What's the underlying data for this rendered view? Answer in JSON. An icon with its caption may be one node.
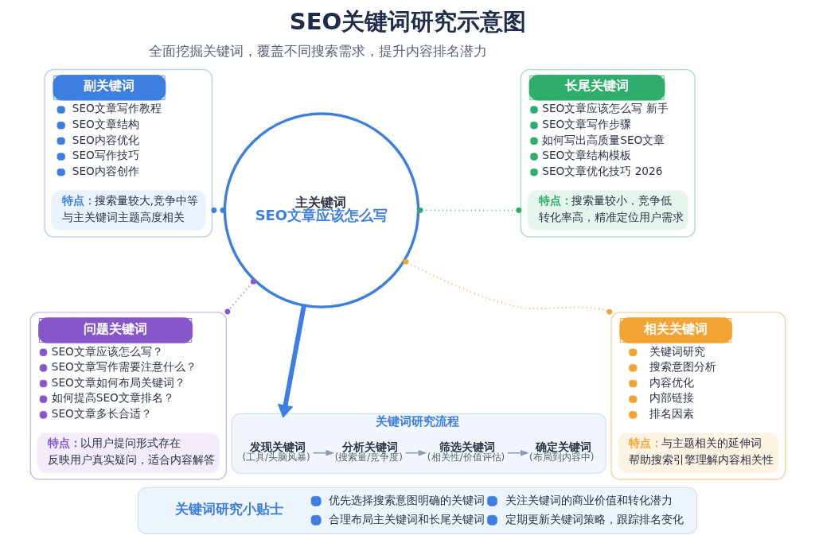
{
  "diagram": {
    "title": "SEO关键词研究示意图",
    "nodes": [
      {
        "text": [
          "副关键词",
          "SEO文章写作教程",
          "SEO文章结构",
          "SEO内容优化",
          "SEO写作技巧",
          "SEO内容创作"
        ]
      },
      {
        "text": [
          "特点：",
          "搜索量较大,竞争中等",
          "与主关键词主题高度相关"
        ],
        "in": 0
      },
      {
        "text": [
          "长尾关键词",
          "SEO文章应该怎么写 新手",
          "SEO文章写作步骤",
          "如何写出高质量SEO文章",
          "SEO文章结构模板",
          "SEO文章优化技巧 2026"
        ]
      },
      {
        "text": [
          "特点：",
          "搜索量较小，竞争低",
          "转化率高，精准定位用户需求"
        ],
        "in": 2
      },
      {
        "text": [
          "主关键词",
          "SEO文章应该怎么写"
        ]
      },
      {
        "text": [
          "问题关键词",
          "SEO文章应该怎么写？",
          "SEO文章写作需要注意什么？",
          "SEO文章如何布局关键词？",
          "如何提高SEO文章排名？",
          "SEO文章多长合适？"
        ]
      },
      {
        "text": [
          "特点：",
          "以用户提问形式存在",
          "反映用户真实疑问，适合内容解答"
        ],
        "in": 5
      },
      {
        "text": [
          "相关关键词",
          "关键词研究",
          "搜索意图分析",
          "内容优化",
          "内部链接",
          "排名因素"
        ]
      },
      {
        "text": [
          "特点：",
          "与主题相关的延伸词",
          "帮助搜索引擎理解内容相关性"
        ],
        "in": 7
      },
      {
        "text": [
          "关键词研究流程"
        ]
      },
      {
        "text": [
          "发现关键词",
          "(工具/头脑风暴)"
        ],
        "in": 9
      },
      {
        "text": [
          "分析关键词",
          "(搜索量/竞争度)"
        ],
        "in": 9
      },
      {
        "text": [
          "筛选关键词",
          "(相关性/价值评估)"
        ],
        "in": 9
      },
      {
        "text": [
          "确定关键词",
          "(布局到内容中)"
        ],
        "in": 9
      },
      {
        "text": [
          "关键词研究小贴士",
          "优先选择搜索意图明确的关键词",
          "关注关键词的商业价值和转化潜力",
          "合理布局主关键词和长尾关键词",
          "定期更新关键词策略，跟踪排名变化"
        ]
      }
    ],
    "edges": [
      {
        "from": 0,
        "to": 4,
        "arrow": "other",
        "style": "dashed",
        "color": "#3d7fe0"
      },
      {
        "from": 4,
        "to": 2,
        "arrow": "other",
        "style": "dashed",
        "color": "#2fae6b"
      },
      {
        "from": 4,
        "to": 5,
        "arrow": "other",
        "style": "dashed",
        "color": "#8757c9"
      },
      {
        "from": 4,
        "to": 7,
        "arrow": "other",
        "style": "dashed",
        "color": "#f2a534"
      },
      {
        "from": 4,
        "to": 9,
        "arrow": "to",
        "style": "thick",
        "color": "#3d7fe0"
      },
      {
        "from": 10,
        "to": 11,
        "arrow": "to",
        "color": "#8a9bb0"
      },
      {
        "from": 11,
        "to": 12,
        "arrow": "to",
        "color": "#8a9bb0"
      },
      {
        "from": 12,
        "to": 13,
        "arrow": "to",
        "color": "#8a9bb0"
      }
    ],
    "labels": [
      "全面挖掘关键词，覆盖不同搜索需求，提升内容排名潜力"
    ]
  }
}
